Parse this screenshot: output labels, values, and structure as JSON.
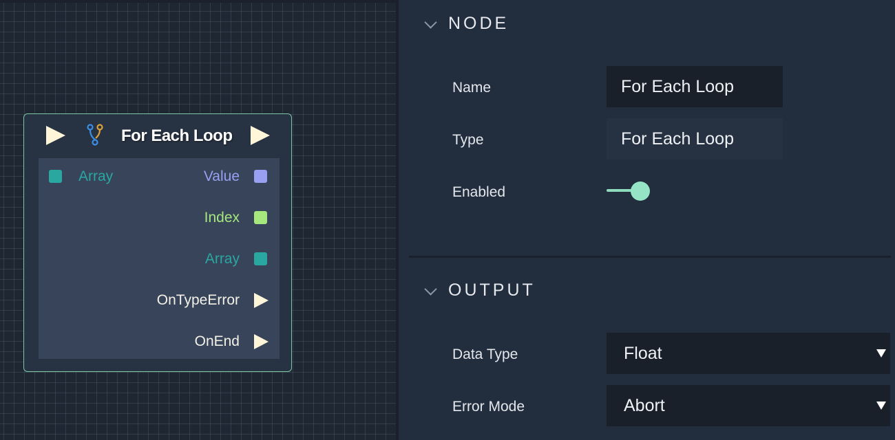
{
  "node": {
    "title": "For Each Loop",
    "inputs": [
      {
        "label": "Array",
        "color": "#2aa7a1"
      }
    ],
    "outputs": [
      {
        "label": "Value",
        "color": "#9aa0f1",
        "kind": "data"
      },
      {
        "label": "Index",
        "color": "#a6e77e",
        "kind": "data"
      },
      {
        "label": "Array",
        "color": "#2aa7a1",
        "kind": "data"
      },
      {
        "label": "OnTypeError",
        "color": "#fff5d8",
        "kind": "flow"
      },
      {
        "label": "OnEnd",
        "color": "#fff5d8",
        "kind": "flow"
      }
    ],
    "border_color": "#7ec9a4",
    "icon": "branch-icon"
  },
  "panel": {
    "node_section": {
      "title": "NODE",
      "name_label": "Name",
      "name_value": "For Each Loop",
      "type_label": "Type",
      "type_value": "For Each Loop",
      "enabled_label": "Enabled",
      "enabled": true
    },
    "output_section": {
      "title": "OUTPUT",
      "data_type_label": "Data Type",
      "data_type_value": "Float",
      "error_mode_label": "Error Mode",
      "error_mode_value": "Abort"
    }
  },
  "colors": {
    "accent": "#95e4c6",
    "flow_pin": "#fff5d8"
  }
}
